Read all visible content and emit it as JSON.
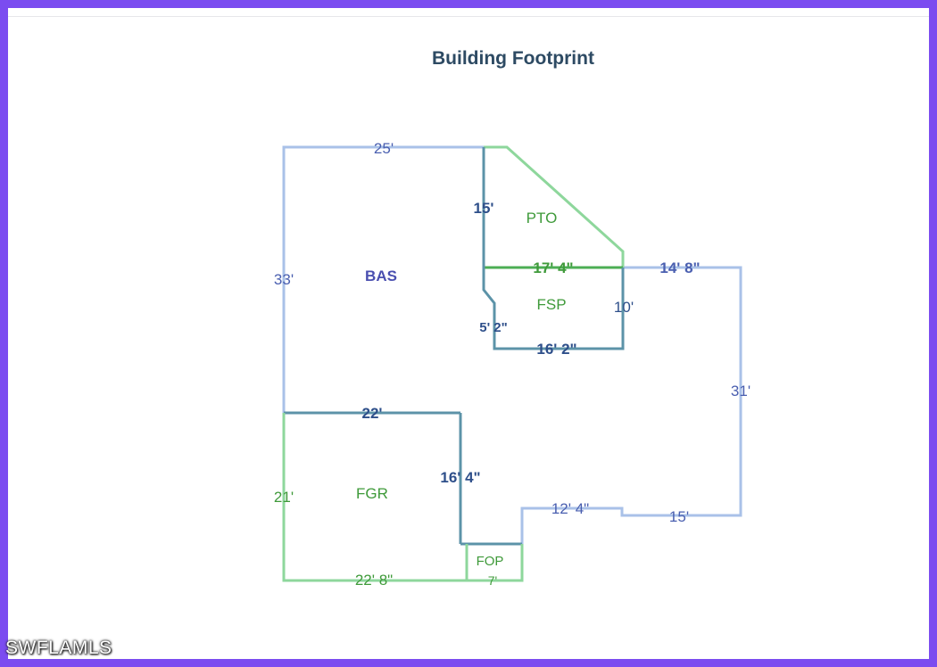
{
  "title": "Building Footprint",
  "watermark": "SWFLAMLS",
  "areas": {
    "bas": "BAS",
    "pto": "PTO",
    "fsp": "FSP",
    "fgr": "FGR",
    "fop": "FOP"
  },
  "dimensions": {
    "bas_top": "25'",
    "bas_left": "33'",
    "pto_left": "15'",
    "pto_bottom": "17' 4\"",
    "bas_right_top": "14' 8\"",
    "fsp_right": "10'",
    "fsp_left": "5' 2\"",
    "fsp_bottom": "16' 2\"",
    "bas_right": "31'",
    "fgr_top": "22'",
    "fgr_right": "16' 4\"",
    "fgr_left": "21'",
    "bas_bottom_mid": "12' 4\"",
    "bas_bottom_right": "15'",
    "fgr_bottom": "22' 8\"",
    "fop_bottom": "7'"
  },
  "colors": {
    "bas_line": "#a9c1e8",
    "dark_line": "#5c93a8",
    "green_line": "#8ed79c",
    "blue_text": "#4a5fb0",
    "dark_text": "#2e4f8a",
    "green_text": "#3f9a3a",
    "frame": "#7b4cf0"
  }
}
